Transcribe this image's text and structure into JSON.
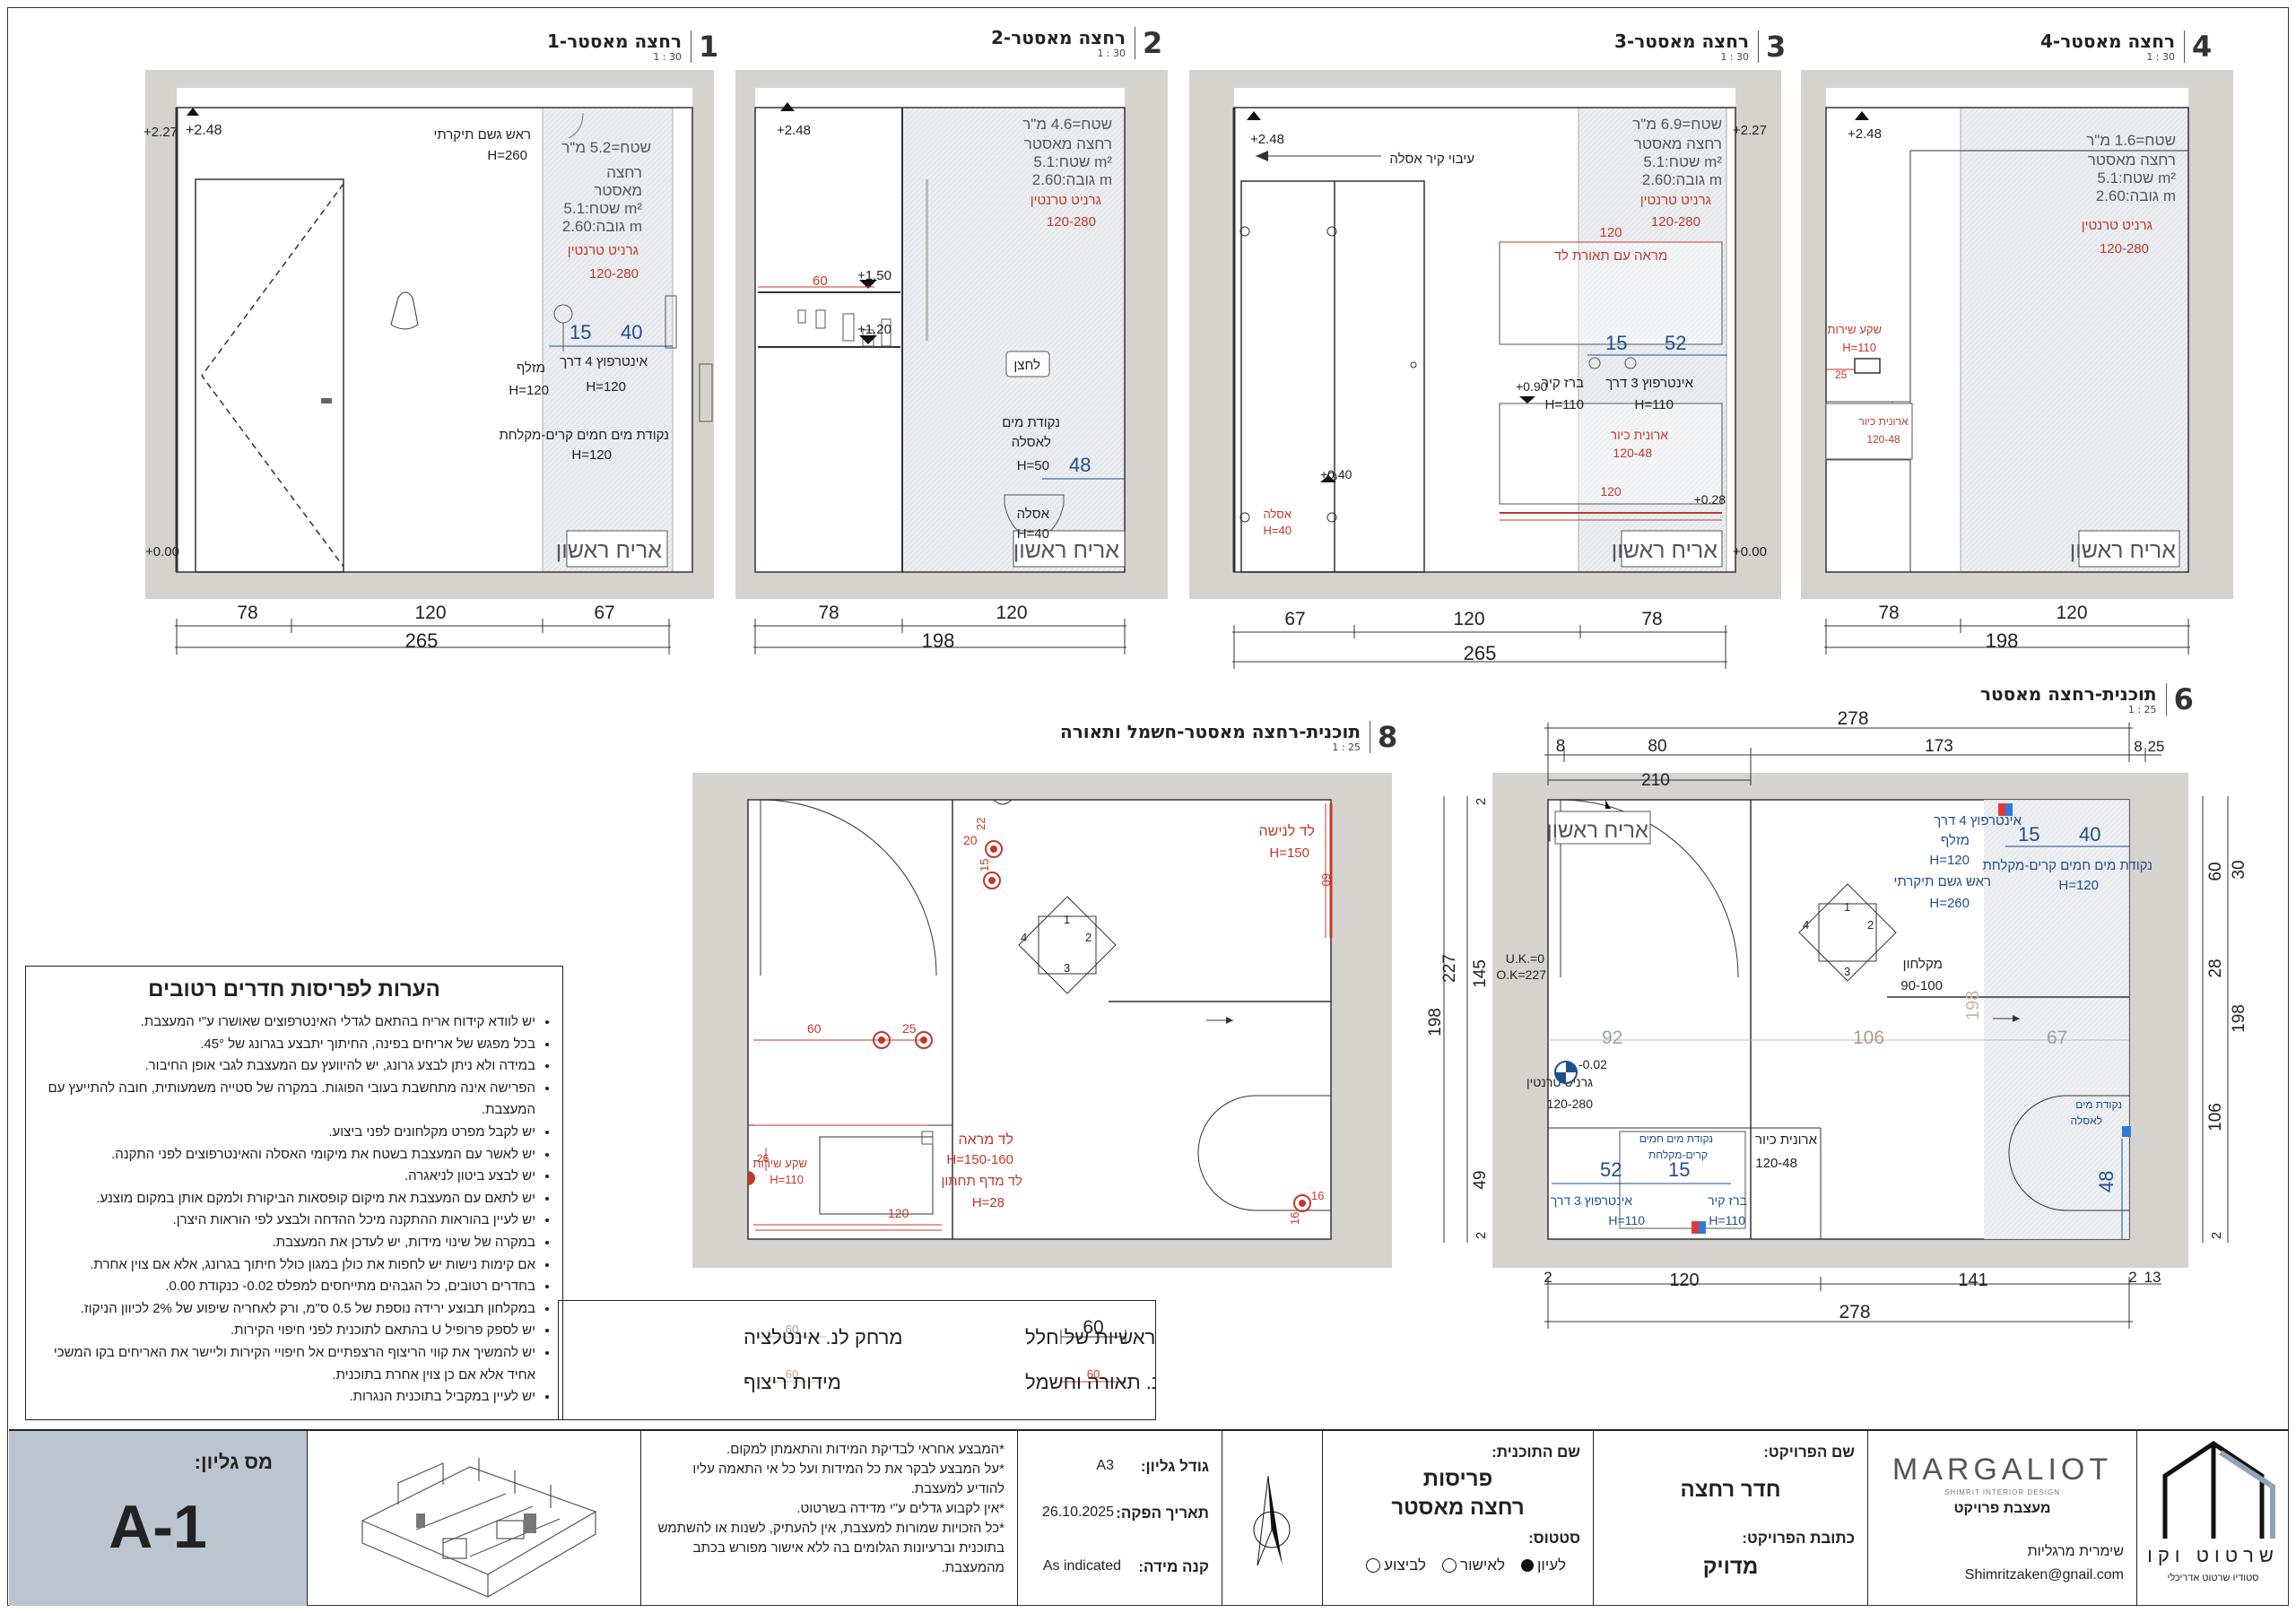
{
  "views": [
    {
      "num": "1",
      "title": "רחצה מאסטר-1",
      "scale": "1 : 30"
    },
    {
      "num": "2",
      "title": "רחצה מאסטר-2",
      "scale": "1 : 30"
    },
    {
      "num": "3",
      "title": "רחצה מאסטר-3",
      "scale": "1 : 30"
    },
    {
      "num": "4",
      "title": "רחצה מאסטר-4",
      "scale": "1 : 30"
    },
    {
      "num": "8",
      "title": "תוכנית-רחצה מאסטר-חשמל ותאורה",
      "scale": "1 : 25"
    },
    {
      "num": "6",
      "title": "תוכנית-רחצה מאסטר",
      "scale": "1 : 25"
    }
  ],
  "elev1": {
    "level_top": "+2.48",
    "level_side": "+2.27",
    "level_floor": "+0.00",
    "area": "שטח=5.2 מ\"ר",
    "room": "רחצה",
    "room2": "מאסטר",
    "area2": "שטח:5.1 m²",
    "height": "גובה:2.60 m",
    "material": "גרניט טרנטין",
    "material_size": "120-280",
    "shower_head": "ראש גשם תיקרתי",
    "shower_head_h": "H=260",
    "hand_shower": "מזלף",
    "hand_shower_h": "H=120",
    "intercept": "אינטרפוץ 4 דרך",
    "intercept_h": "H=120",
    "water_point": "נקודת מים חמים קרים-מקלחת",
    "water_point_h": "H=120",
    "d15": "15",
    "d40": "40",
    "first_tile": "אריח ראשון",
    "dims": [
      "78",
      "120",
      "67"
    ],
    "total": "265"
  },
  "elev2": {
    "level_top": "+2.48",
    "l150": "+1.50",
    "l120": "+1.20",
    "d60": "60",
    "area": "שטח=4.6 מ\"ר",
    "room": "רחצה מאסטר",
    "area2": "שטח:5.1 m²",
    "height": "גובה:2.60 m",
    "material": "גרניט טרנטין",
    "material_size": "120-280",
    "flush": "לחצן",
    "water_point": "נקודת מים",
    "water_point2": "לאסלה",
    "water_point_h": "H=50",
    "d48": "48",
    "toilet": "אסלה",
    "toilet_h": "H=40",
    "first_tile": "אריח ראשון",
    "dims": [
      "78",
      "120"
    ],
    "total": "198"
  },
  "elev3": {
    "level_top": "+2.48",
    "level_side": "+2.27",
    "level_floor": "+0.00",
    "l090": "+0.90",
    "l040": "+0.40",
    "l028": "+0.28",
    "wall_note": "עיבוי קיר אסלה",
    "area": "שטח=6.9 מ\"ר",
    "room": "רחצה מאסטר",
    "area2": "שטח:5.1 m²",
    "height": "גובה:2.60 m",
    "material": "גרניט טרנטין",
    "material_size": "120-280",
    "mirror": "מראה עם תאורת לד",
    "d120": "120",
    "d15": "15",
    "d52": "52",
    "tap": "ברז קיר",
    "tap_h": "H=110",
    "intercept": "אינטרפוץ 3 דרך",
    "intercept_h": "H=110",
    "vanity": "ארונית כיור",
    "vanity_size": "120-48",
    "toilet": "אסלה",
    "toilet_h": "H=40",
    "first_tile": "אריח ראשון",
    "dims": [
      "67",
      "120",
      "78"
    ],
    "total": "265"
  },
  "elev4": {
    "level_top": "+2.48",
    "area": "שטח=1.6 מ\"ר",
    "room": "רחצה מאסטר",
    "area2": "שטח:5.1 m²",
    "height": "גובה:2.60 m",
    "material": "גרניט טרנטין",
    "material_size": "120-280",
    "socket": "שקע שירות",
    "socket_h": "H=110",
    "d25": "25",
    "vanity": "ארונית כיור",
    "vanity_size": "120-48",
    "first_tile": "אריח ראשון",
    "dims": [
      "78",
      "120"
    ],
    "total": "198"
  },
  "plan8": {
    "led_niche": "לד לנישה",
    "led_niche_h": "H=150",
    "d60v": "60",
    "d20": "20",
    "d22": "22",
    "d15": "15",
    "d60": "60",
    "d25": "25",
    "d26": "26",
    "socket": "שקע שירות",
    "socket_h": "H=110",
    "mirror_led": "לד מראה",
    "mirror_led_h": "H=150-160",
    "led_low": "לד מדף תחתון",
    "led_low_h": "H=28",
    "d120": "120",
    "d16a": "16",
    "d16b": "16",
    "n1": "1",
    "n2": "2",
    "n3": "3",
    "n4": "4"
  },
  "plan6": {
    "top_total": "278",
    "top_dims": [
      "8",
      "80",
      "173",
      "8",
      "25"
    ],
    "d210": "210",
    "left_dims": [
      "2",
      "145",
      "49",
      "2"
    ],
    "left_total": "227",
    "left_total2": "198",
    "right_dims": [
      "60",
      "28",
      "106",
      "2"
    ],
    "right_total": "30",
    "right_total2": "198",
    "first_tile": "אריח ראשון",
    "uk": "U.K.=0",
    "ok": "O.K=227",
    "intercept4": "אינטרפוץ 4 דרך",
    "hand": "מזלף",
    "hand_h": "H=120",
    "head": "ראש גשם תיקרתי",
    "head_h": "H=260",
    "d15": "15",
    "d40": "40",
    "water": "נקודת מים חמים קרים-מקלחת",
    "water_h": "H=120",
    "shower": "מקלחון",
    "shower_size": "90-100",
    "d92": "92",
    "d106": "106",
    "d67": "67",
    "d198": "198",
    "lvl": "-0.02",
    "material": "גרניט טרנטין",
    "material_size": "120-280",
    "vanity": "ארונית כיור",
    "vanity_size": "120-48",
    "water2": "נקודת מים חמים",
    "water2b": "קרים-מקלחת",
    "d52": "52",
    "d15b": "15",
    "intercept3": "אינטרפוץ 3 דרך",
    "intercept3_h": "H=110",
    "tap": "ברז קיר",
    "tap_h": "H=110",
    "toilet_water": "נקודת מים",
    "toilet_water2": "לאסלה",
    "d48": "48",
    "bottom_dims": [
      "2",
      "120",
      "141",
      "2",
      "13"
    ],
    "bottom_total": "278",
    "n1": "1",
    "n2": "2",
    "n3": "3",
    "n4": "4"
  },
  "notes": {
    "title": "הערות לפריסות חדרים רטובים",
    "items": [
      "יש לוודא קידוח אריח בהתאם לגדלי האינטרפוצים שאושרו ע\"י המעצבת.",
      "בכל מפגש של אריחים בפינה, החיתוך יתבצע בגרונג של 45°.",
      "במידה ולא ניתן לבצע גרונג, יש להיוועץ עם המעצבת לגבי אופן החיבור.",
      "הפרישה אינה מתחשבת בעובי הפוגות. במקרה של סטייה משמעותית, חובה להתייעץ עם המעצבת.",
      "יש לקבל מפרט מקלחונים לפני ביצוע.",
      "יש לאשר עם המעצבת בשטח את מיקומי האסלה והאינטרפוצים לפני התקנה.",
      "יש לבצע ביטון לניאגרה.",
      "יש לתאם עם המעצבת את מיקום קופסאות הביקורת ולמקם אותן במקום מוצנע.",
      "יש לעיין בהוראות ההתקנה מיכל ההדחה ולבצע לפי הוראות היצרן.",
      "במקרה של שינוי מידות, יש לעדכן את המעצבת.",
      "אם קימות נישות יש לחפות את כולן במגון כולל חיתוך בגרונג, אלא אם צוין אחרת.",
      "בחדרים רטובים, כל הגבהים מתייחסים למפלס 0.02- כנקודת 0.00.",
      "במקלחון תבוצע ירידה נוספת של 0.5 ס\"מ, ורק לאחריה שיפוע של 2% לכיוון הניקוז.",
      "יש לספק פרופיל U בהתאם לתוכנית לפני חיפוי הקירות.",
      "יש להמשיך את קווי הריצוף הרצפתיים אל חיפויי הקירות וליישר את האריחים בקו המשכי אחיד אלא אם כן צוין אחרת בתוכנית.",
      "יש לעיין במקביל בתוכנית הנגרות."
    ]
  },
  "legend": {
    "main_dims": "מידות ראשיות של חלל",
    "main_val": "60",
    "install_dims": "מרחק לנ. אינטלציה",
    "install_val": "60",
    "elec_dims": "מידות לנ. תאורה וחשמל",
    "elec_val": "60",
    "floor_dims": "מידות ריצוף",
    "floor_val": "60"
  },
  "titleblock": {
    "sheet_label": "מס גליון:",
    "sheet_no": "A-1",
    "disclaimer": [
      "*המבצע אחראי לבדיקת המידות והתאמתן למקום.",
      "*על המבצע לבקר את כל המידות ועל כל אי התאמה עליו להודיע למעצבת.",
      "*אין לקבוע גדלים ע\"י מדידה בשרטוט.",
      "*כל הזכויות שמורות למעצבת, אין להעתיק, לשנות או להשתמש בתוכנית וברעיונות הגלומים בה ללא אישור מפורש בכתב מהמעצבת."
    ],
    "size_label": "גודל גליון:",
    "size_val": "A3",
    "date_label": "תאריך הפקה:",
    "date_val": "26.10.2025",
    "scale_label": "קנה מידה:",
    "scale_val": "As indicated",
    "plan_label": "שם התוכנית:",
    "plan_val1": "פריסות",
    "plan_val2": "רחצה מאסטר",
    "status_label": "סטטוס:",
    "status_opts": [
      "לעיון",
      "לאישור",
      "לביצוע"
    ],
    "project_label": "שם הפרויקט:",
    "project_val": "חדר רחצה",
    "address_label": "כתובת הפרויקט:",
    "address_val": "מדויק",
    "brand": "MARGALIOT",
    "brand_sub": "SHIMRIT INTERIOR DESIGN",
    "brand_role": "מעצבת פרויקט",
    "designer": "שימרית מרגליות",
    "email": "Shimritzaken@gnail.com",
    "logo_text": "שרטוט וקו",
    "logo_sub": "סטודיו שרטוט אדריכלי"
  },
  "colors": {
    "red": "#c0392b",
    "blue": "#1f4e8c",
    "wall": "#cfccc8",
    "tile": "#e9eaee",
    "titleblock_grey": "#bcc5cf"
  }
}
